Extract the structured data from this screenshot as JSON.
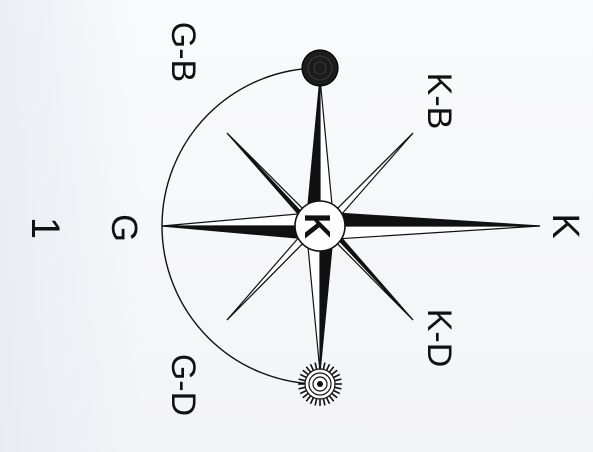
{
  "diagram": {
    "labels": {
      "k": "K",
      "kb": "K-B",
      "kd": "K-D",
      "g": "G",
      "gb": "G-B",
      "gd": "G-D",
      "number": "1",
      "center": "K"
    },
    "colors": {
      "ink": "#111111",
      "paper": "#f7f8fa"
    },
    "icons": {
      "top_point": "filled-circle-icon",
      "bottom_point": "sunburst-icon",
      "center": "compass-rose-icon"
    }
  }
}
